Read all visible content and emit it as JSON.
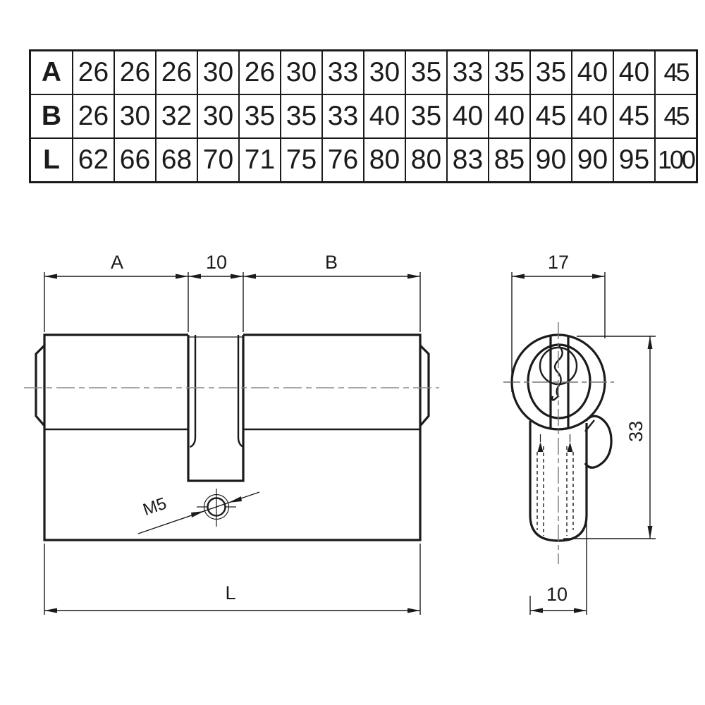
{
  "table": {
    "rows": [
      {
        "header": "A",
        "values": [
          26,
          26,
          26,
          30,
          26,
          30,
          33,
          30,
          35,
          33,
          35,
          35,
          40,
          40,
          45
        ]
      },
      {
        "header": "B",
        "values": [
          26,
          30,
          32,
          30,
          35,
          35,
          33,
          40,
          35,
          40,
          40,
          45,
          40,
          45,
          45
        ]
      },
      {
        "header": "L",
        "values": [
          62,
          66,
          68,
          70,
          71,
          75,
          76,
          80,
          80,
          83,
          85,
          90,
          90,
          95,
          100
        ]
      }
    ]
  },
  "drawing": {
    "side": {
      "dim_a": "A",
      "dim_slot": "10",
      "dim_b": "B",
      "dim_total": "L",
      "thread_label": "M5"
    },
    "end": {
      "dim_width": "17",
      "dim_height": "33",
      "dim_foot": "10"
    }
  },
  "colors": {
    "line": "#1b1b1b",
    "centerline": "#8a8a8a",
    "background": "#ffffff"
  }
}
